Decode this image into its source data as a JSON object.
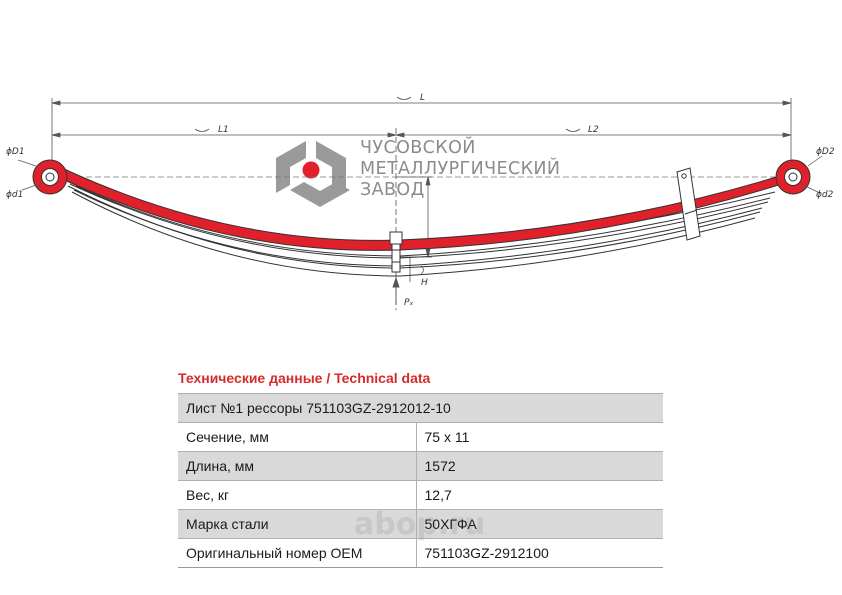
{
  "drawing": {
    "dimensions": {
      "overall": "L",
      "left": "L1",
      "right": "L2",
      "height": "H",
      "load": "Pₓ"
    },
    "diameters": {
      "left_outer": "ϕD1",
      "left_inner": "ϕd1",
      "right_outer": "ϕD2",
      "right_inner": "ϕd2"
    }
  },
  "logo": {
    "lines": [
      "ЧУСОВСКОЙ",
      "МЕТАЛЛУРГИЧЕСКИЙ",
      "ЗАВОД"
    ]
  },
  "section": {
    "title": "Технические данные / Technical data"
  },
  "table": {
    "header": "Лист №1 рессоры 751103GZ-2912012-10",
    "rows": [
      {
        "label": "Сечение, мм",
        "value": "75 x 11"
      },
      {
        "label": "Длина, мм",
        "value": "1572"
      },
      {
        "label": "Вес, кг",
        "value": "12,7"
      },
      {
        "label": "Марка стали",
        "value": "50ХГФА"
      },
      {
        "label": "Оригинальный номер OEM",
        "value": "751103GZ-2912100"
      }
    ]
  },
  "watermark": {
    "text": "abop.ru"
  },
  "colors": {
    "accent": "#d52b2b",
    "leaf_red": "#e0202a",
    "logo_gray": "#8c8c8c",
    "row_shade": "#d9d9d9"
  },
  "icons": {
    "logo": "chmz-logo-icon"
  }
}
